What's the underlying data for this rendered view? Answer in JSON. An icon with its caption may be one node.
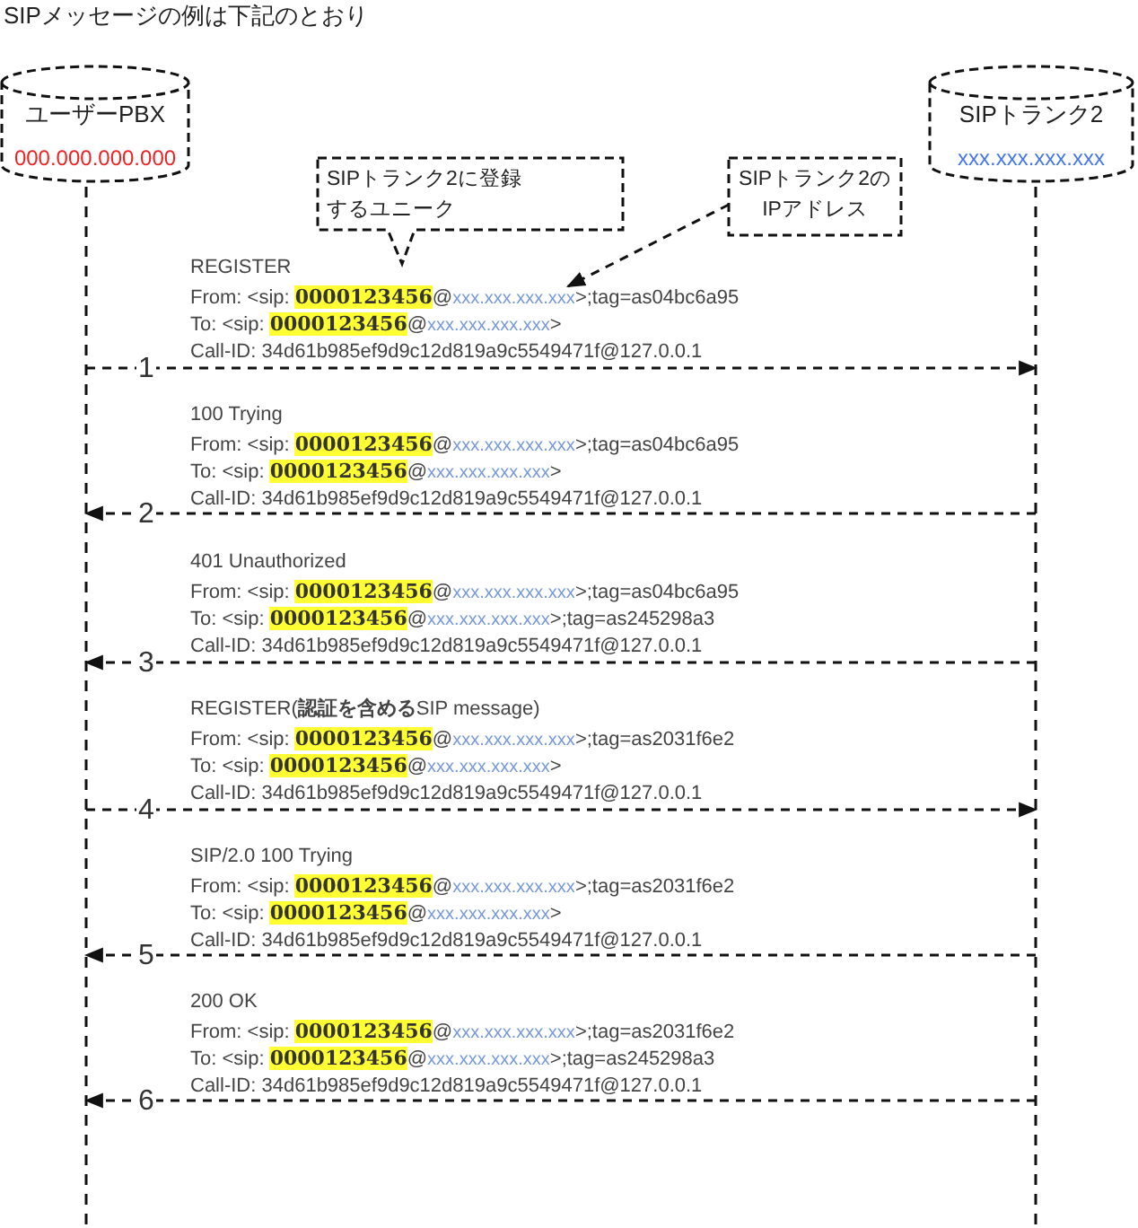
{
  "diagram": {
    "title": "SIPメッセージの例は下記のとおり",
    "nodes": [
      {
        "text": [
          "ユーザーPBX",
          "000.000.000.000"
        ]
      },
      {
        "text": [
          "SIPトランク2",
          "xxx.xxx.xxx.xxx"
        ]
      },
      {
        "text": [
          "SIPトランク2に登録するユニーク"
        ]
      },
      {
        "text": [
          "SIPトランク2のIPアドレス"
        ]
      },
      {
        "text": [],
        "shape": "line"
      },
      {
        "text": [],
        "shape": "line"
      },
      {
        "text": [],
        "shape": "text"
      }
    ],
    "edges": [
      {
        "from": 4,
        "to": 5,
        "arrow": "to",
        "label": "1",
        "style": "dashed"
      },
      {
        "from": 5,
        "to": 4,
        "arrow": "to",
        "label": "2",
        "style": "dashed"
      },
      {
        "from": 5,
        "to": 4,
        "arrow": "to",
        "label": "3",
        "style": "dashed"
      },
      {
        "from": 4,
        "to": 5,
        "arrow": "to",
        "label": "4",
        "style": "dashed"
      },
      {
        "from": 5,
        "to": 4,
        "arrow": "to",
        "label": "5",
        "style": "dashed"
      },
      {
        "from": 5,
        "to": 4,
        "arrow": "to",
        "label": "6",
        "style": "dashed"
      },
      {
        "from": 3,
        "to": 6,
        "arrow": "to",
        "style": "dashed"
      }
    ],
    "labels": [
      "REGISTER",
      "From: <sip: **0000123456**@*xxx.xxx.xxx.xxx*>;tag=as04bc6a95",
      "To: <sip: **0000123456**@*xxx.xxx.xxx.xxx*>",
      "Call-ID: 34d61b985ef9d9c12d819a9c5549471f@127.0.0.1",
      "100 Trying",
      "From: <sip: **0000123456**@*xxx.xxx.xxx.xxx*>;tag=as04bc6a95",
      "To: <sip: **0000123456**@*xxx.xxx.xxx.xxx*>",
      "Call-ID: 34d61b985ef9d9c12d819a9c5549471f@127.0.0.1",
      "401 Unauthorized",
      "From: <sip: **0000123456**@*xxx.xxx.xxx.xxx*>;tag=as04bc6a95",
      "To: <sip: **0000123456**@*xxx.xxx.xxx.xxx*>;tag=as245298a3",
      "Call-ID: 34d61b985ef9d9c12d819a9c5549471f@127.0.0.1",
      "REGISTER(**認証を含める**SIP message)",
      "From: <sip: **0000123456**@*xxx.xxx.xxx.xxx*>;tag=as2031f6e2",
      "To: <sip: **0000123456**@*xxx.xxx.xxx.xxx*>",
      "Call-ID: 34d61b985ef9d9c12d819a9c5549471f@127.0.0.1",
      "SIP/2.0 100 Trying",
      "From: <sip: **0000123456**@*xxx.xxx.xxx.xxx*>;tag=as2031f6e2",
      "To: <sip: **0000123456**@*xxx.xxx.xxx.xxx*>",
      "Call-ID: 34d61b985ef9d9c12d819a9c5549471f@127.0.0.1",
      "200 OK",
      "From: <sip: **0000123456**@*xxx.xxx.xxx.xxx*>;tag=as2031f6e2",
      "To: <sip: **0000123456**@*xxx.xxx.xxx.xxx*>;tag=as245298a3",
      "Call-ID: 34d61b985ef9d9c12d819a9c5549471f@127.0.0.1"
    ]
  }
}
